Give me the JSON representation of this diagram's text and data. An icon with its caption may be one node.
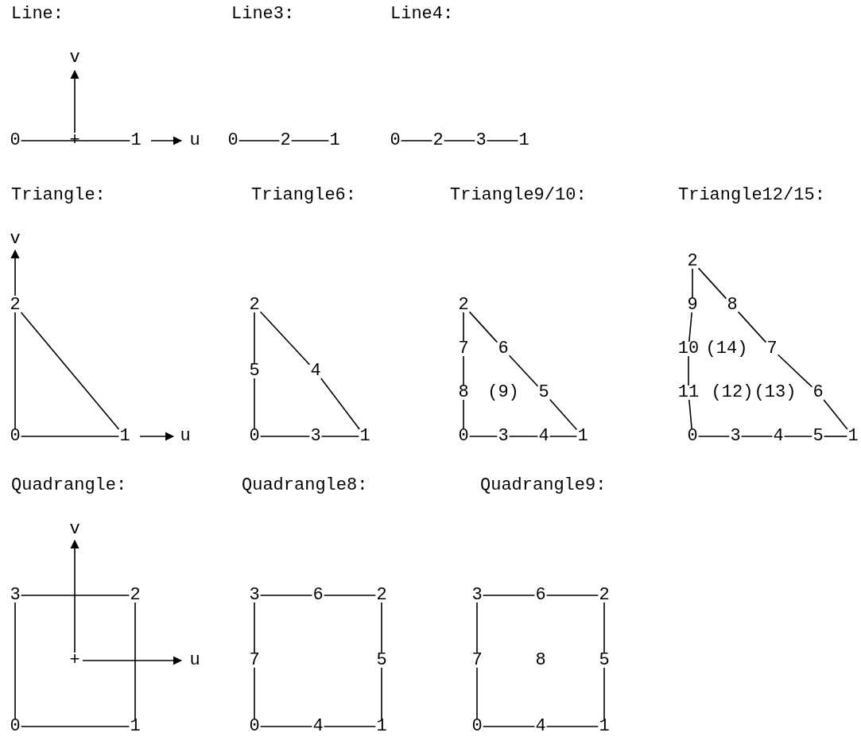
{
  "diagram": {
    "nodes": [
      {
        "text": [
          "0"
        ]
      },
      {
        "text": [
          "1"
        ]
      },
      {
        "text": [
          "0"
        ]
      },
      {
        "text": [
          "2"
        ]
      },
      {
        "text": [
          "1"
        ]
      },
      {
        "text": [
          "0"
        ]
      },
      {
        "text": [
          "2"
        ]
      },
      {
        "text": [
          "3"
        ]
      },
      {
        "text": [
          "1"
        ]
      },
      {
        "text": [
          "2"
        ]
      },
      {
        "text": [
          "0"
        ]
      },
      {
        "text": [
          "1"
        ]
      },
      {
        "text": [
          "2"
        ]
      },
      {
        "text": [
          "5"
        ]
      },
      {
        "text": [
          "4"
        ]
      },
      {
        "text": [
          "0"
        ]
      },
      {
        "text": [
          "3"
        ]
      },
      {
        "text": [
          "1"
        ]
      },
      {
        "text": [
          "2"
        ]
      },
      {
        "text": [
          "7"
        ]
      },
      {
        "text": [
          "6"
        ]
      },
      {
        "text": [
          "8"
        ]
      },
      {
        "text": [
          "(9)"
        ]
      },
      {
        "text": [
          "5"
        ]
      },
      {
        "text": [
          "0"
        ]
      },
      {
        "text": [
          "3"
        ]
      },
      {
        "text": [
          "4"
        ]
      },
      {
        "text": [
          "1"
        ]
      },
      {
        "text": [
          "2"
        ]
      },
      {
        "text": [
          "9"
        ]
      },
      {
        "text": [
          "8"
        ]
      },
      {
        "text": [
          "10"
        ]
      },
      {
        "text": [
          "(14)"
        ]
      },
      {
        "text": [
          "7"
        ]
      },
      {
        "text": [
          "11"
        ]
      },
      {
        "text": [
          "(12)"
        ]
      },
      {
        "text": [
          "(13)"
        ]
      },
      {
        "text": [
          "6"
        ]
      },
      {
        "text": [
          "0"
        ]
      },
      {
        "text": [
          "3"
        ]
      },
      {
        "text": [
          "4"
        ]
      },
      {
        "text": [
          "5"
        ]
      },
      {
        "text": [
          "1"
        ]
      },
      {
        "text": [
          "3"
        ]
      },
      {
        "text": [
          "2"
        ]
      },
      {
        "text": [
          "0"
        ]
      },
      {
        "text": [
          "1"
        ]
      },
      {
        "text": [
          "3"
        ]
      },
      {
        "text": [
          "6"
        ]
      },
      {
        "text": [
          "2"
        ]
      },
      {
        "text": [
          "7"
        ]
      },
      {
        "text": [
          "5"
        ]
      },
      {
        "text": [
          "0"
        ]
      },
      {
        "text": [
          "4"
        ]
      },
      {
        "text": [
          "1"
        ]
      },
      {
        "text": [
          "3"
        ]
      },
      {
        "text": [
          "6"
        ]
      },
      {
        "text": [
          "2"
        ]
      },
      {
        "text": [
          "7"
        ]
      },
      {
        "text": [
          "8"
        ]
      },
      {
        "text": [
          "5"
        ]
      },
      {
        "text": [
          "0"
        ]
      },
      {
        "text": [
          "4"
        ]
      },
      {
        "text": [
          "1"
        ]
      }
    ],
    "edges": [
      {
        "from": 0,
        "to": 1,
        "arrow": "none"
      },
      {
        "from": 2,
        "to": 3,
        "arrow": "none"
      },
      {
        "from": 3,
        "to": 4,
        "arrow": "none"
      },
      {
        "from": 5,
        "to": 6,
        "arrow": "none"
      },
      {
        "from": 6,
        "to": 7,
        "arrow": "none"
      },
      {
        "from": 7,
        "to": 8,
        "arrow": "none"
      },
      {
        "from": 10,
        "to": 11,
        "arrow": "none"
      },
      {
        "from": 11,
        "to": 9,
        "arrow": "none"
      },
      {
        "from": 9,
        "to": 10,
        "arrow": "none"
      },
      {
        "from": 15,
        "to": 16,
        "arrow": "none"
      },
      {
        "from": 16,
        "to": 17,
        "arrow": "none"
      },
      {
        "from": 17,
        "to": 14,
        "arrow": "none"
      },
      {
        "from": 14,
        "to": 12,
        "arrow": "none"
      },
      {
        "from": 12,
        "to": 13,
        "arrow": "none"
      },
      {
        "from": 13,
        "to": 15,
        "arrow": "none"
      },
      {
        "from": 24,
        "to": 25,
        "arrow": "none"
      },
      {
        "from": 25,
        "to": 26,
        "arrow": "none"
      },
      {
        "from": 26,
        "to": 27,
        "arrow": "none"
      },
      {
        "from": 27,
        "to": 23,
        "arrow": "none"
      },
      {
        "from": 23,
        "to": 20,
        "arrow": "none"
      },
      {
        "from": 20,
        "to": 18,
        "arrow": "none"
      },
      {
        "from": 18,
        "to": 19,
        "arrow": "none"
      },
      {
        "from": 19,
        "to": 21,
        "arrow": "none"
      },
      {
        "from": 21,
        "to": 24,
        "arrow": "none"
      },
      {
        "from": 38,
        "to": 39,
        "arrow": "none"
      },
      {
        "from": 39,
        "to": 40,
        "arrow": "none"
      },
      {
        "from": 40,
        "to": 41,
        "arrow": "none"
      },
      {
        "from": 41,
        "to": 42,
        "arrow": "none"
      },
      {
        "from": 42,
        "to": 37,
        "arrow": "none"
      },
      {
        "from": 37,
        "to": 33,
        "arrow": "none"
      },
      {
        "from": 33,
        "to": 30,
        "arrow": "none"
      },
      {
        "from": 30,
        "to": 28,
        "arrow": "none"
      },
      {
        "from": 28,
        "to": 29,
        "arrow": "none"
      },
      {
        "from": 29,
        "to": 31,
        "arrow": "none"
      },
      {
        "from": 31,
        "to": 34,
        "arrow": "none"
      },
      {
        "from": 34,
        "to": 38,
        "arrow": "none"
      },
      {
        "from": 45,
        "to": 46,
        "arrow": "none"
      },
      {
        "from": 46,
        "to": 44,
        "arrow": "none"
      },
      {
        "from": 44,
        "to": 43,
        "arrow": "none"
      },
      {
        "from": 43,
        "to": 45,
        "arrow": "none"
      },
      {
        "from": 52,
        "to": 53,
        "arrow": "none"
      },
      {
        "from": 53,
        "to": 54,
        "arrow": "none"
      },
      {
        "from": 54,
        "to": 51,
        "arrow": "none"
      },
      {
        "from": 51,
        "to": 49,
        "arrow": "none"
      },
      {
        "from": 49,
        "to": 48,
        "arrow": "none"
      },
      {
        "from": 48,
        "to": 47,
        "arrow": "none"
      },
      {
        "from": 47,
        "to": 50,
        "arrow": "none"
      },
      {
        "from": 50,
        "to": 52,
        "arrow": "none"
      },
      {
        "from": 61,
        "to": 62,
        "arrow": "none"
      },
      {
        "from": 62,
        "to": 63,
        "arrow": "none"
      },
      {
        "from": 63,
        "to": 60,
        "arrow": "none"
      },
      {
        "from": 60,
        "to": 57,
        "arrow": "none"
      },
      {
        "from": 57,
        "to": 56,
        "arrow": "none"
      },
      {
        "from": 56,
        "to": 55,
        "arrow": "none"
      },
      {
        "from": 55,
        "to": 58,
        "arrow": "none"
      },
      {
        "from": 58,
        "to": 61,
        "arrow": "none"
      }
    ],
    "labels": [
      "Line:",
      "Line3:",
      "Line4:",
      "v",
      "+",
      "u",
      "Triangle:",
      "Triangle6:",
      "Triangle9/10:",
      "Triangle12/15:",
      "v",
      "u",
      "Quadrangle:",
      "Quadrangle8:",
      "Quadrangle9:",
      "v",
      "+",
      "u"
    ]
  }
}
